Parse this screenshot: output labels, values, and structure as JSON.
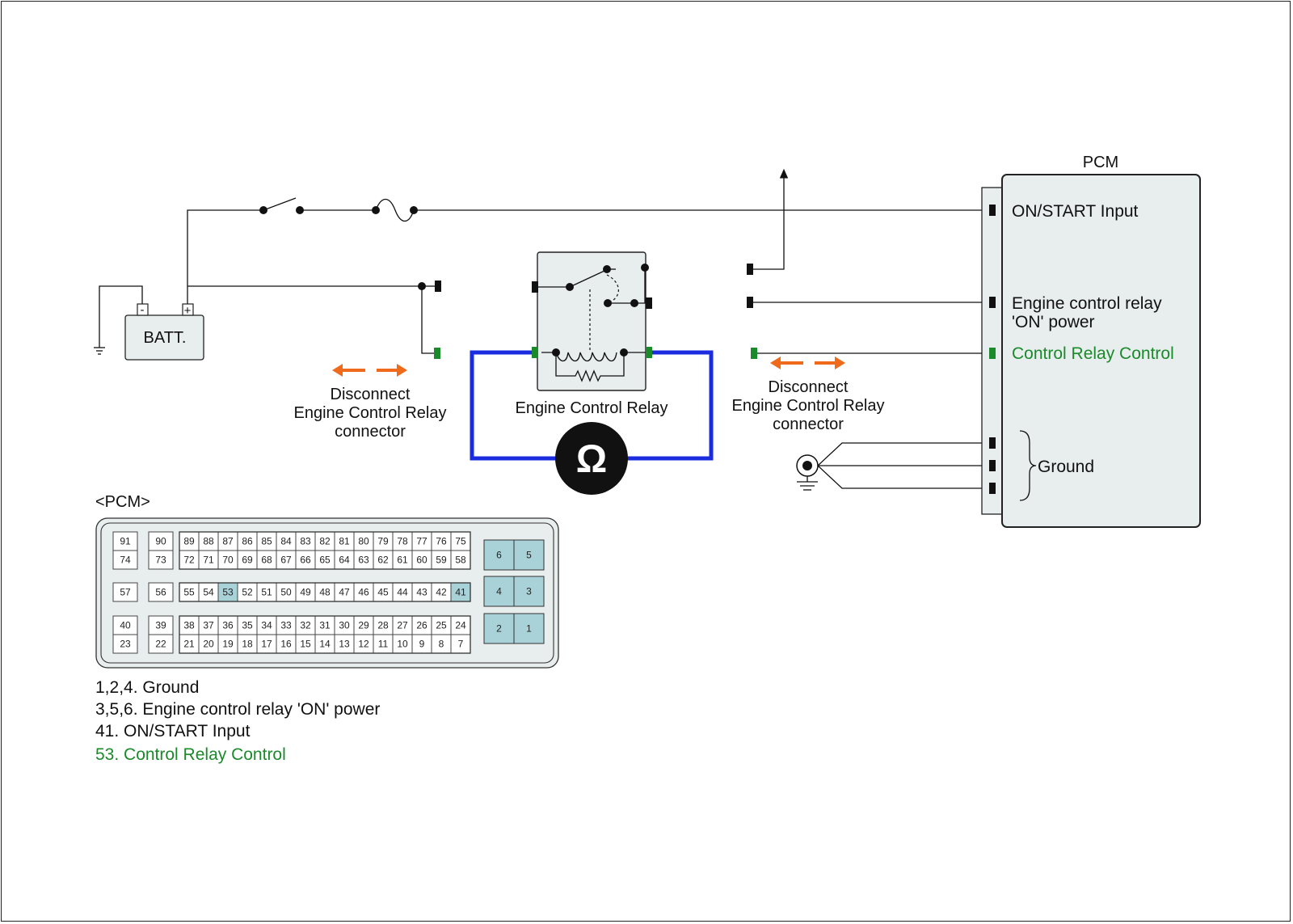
{
  "colors": {
    "highlight": "#1a8a2a",
    "meter_wire": "#1a2be0",
    "arrow": "#f06a1c",
    "pin_highlight": "#a9d2d8",
    "panel": "#e8edee"
  },
  "battery": {
    "label": "BATT.",
    "neg": "-",
    "pos": "+"
  },
  "pcm": {
    "title": "PCM",
    "inputs": {
      "on_start": "ON/START Input",
      "relay_power_line1": "Engine control relay",
      "relay_power_line2": "'ON' power",
      "control": "Control Relay Control",
      "ground": "Ground"
    }
  },
  "relay": {
    "label": "Engine Control Relay"
  },
  "ohmmeter": {
    "symbol": "Ω"
  },
  "disconnect_left": {
    "line1": "Disconnect",
    "line2": "Engine Control Relay",
    "line3": "connector"
  },
  "disconnect_right": {
    "line1": "Disconnect",
    "line2": "Engine Control Relay",
    "line3": "connector"
  },
  "connector": {
    "title": "<PCM>",
    "row1": [
      "91",
      "90",
      "89",
      "88",
      "87",
      "86",
      "85",
      "84",
      "83",
      "82",
      "81",
      "80",
      "79",
      "78",
      "77",
      "76",
      "75"
    ],
    "row2": [
      "74",
      "73",
      "72",
      "71",
      "70",
      "69",
      "68",
      "67",
      "66",
      "65",
      "64",
      "63",
      "62",
      "61",
      "60",
      "59",
      "58"
    ],
    "row3": [
      "57",
      "56",
      "55",
      "54",
      "53",
      "52",
      "51",
      "50",
      "49",
      "48",
      "47",
      "46",
      "45",
      "44",
      "43",
      "42",
      "41"
    ],
    "row4": [
      "40",
      "39",
      "38",
      "37",
      "36",
      "35",
      "34",
      "33",
      "32",
      "31",
      "30",
      "29",
      "28",
      "27",
      "26",
      "25",
      "24"
    ],
    "row5": [
      "23",
      "22",
      "21",
      "20",
      "19",
      "18",
      "17",
      "16",
      "15",
      "14",
      "13",
      "12",
      "11",
      "10",
      "9",
      "8",
      "7"
    ],
    "big": [
      "6",
      "5",
      "4",
      "3",
      "2",
      "1"
    ],
    "highlighted": [
      "53",
      "41",
      "6",
      "5",
      "4",
      "3",
      "2",
      "1"
    ]
  },
  "legend": [
    "1,2,4. Ground",
    "3,5,6. Engine control relay 'ON' power",
    "41. ON/START Input",
    "53. Control Relay Control"
  ]
}
